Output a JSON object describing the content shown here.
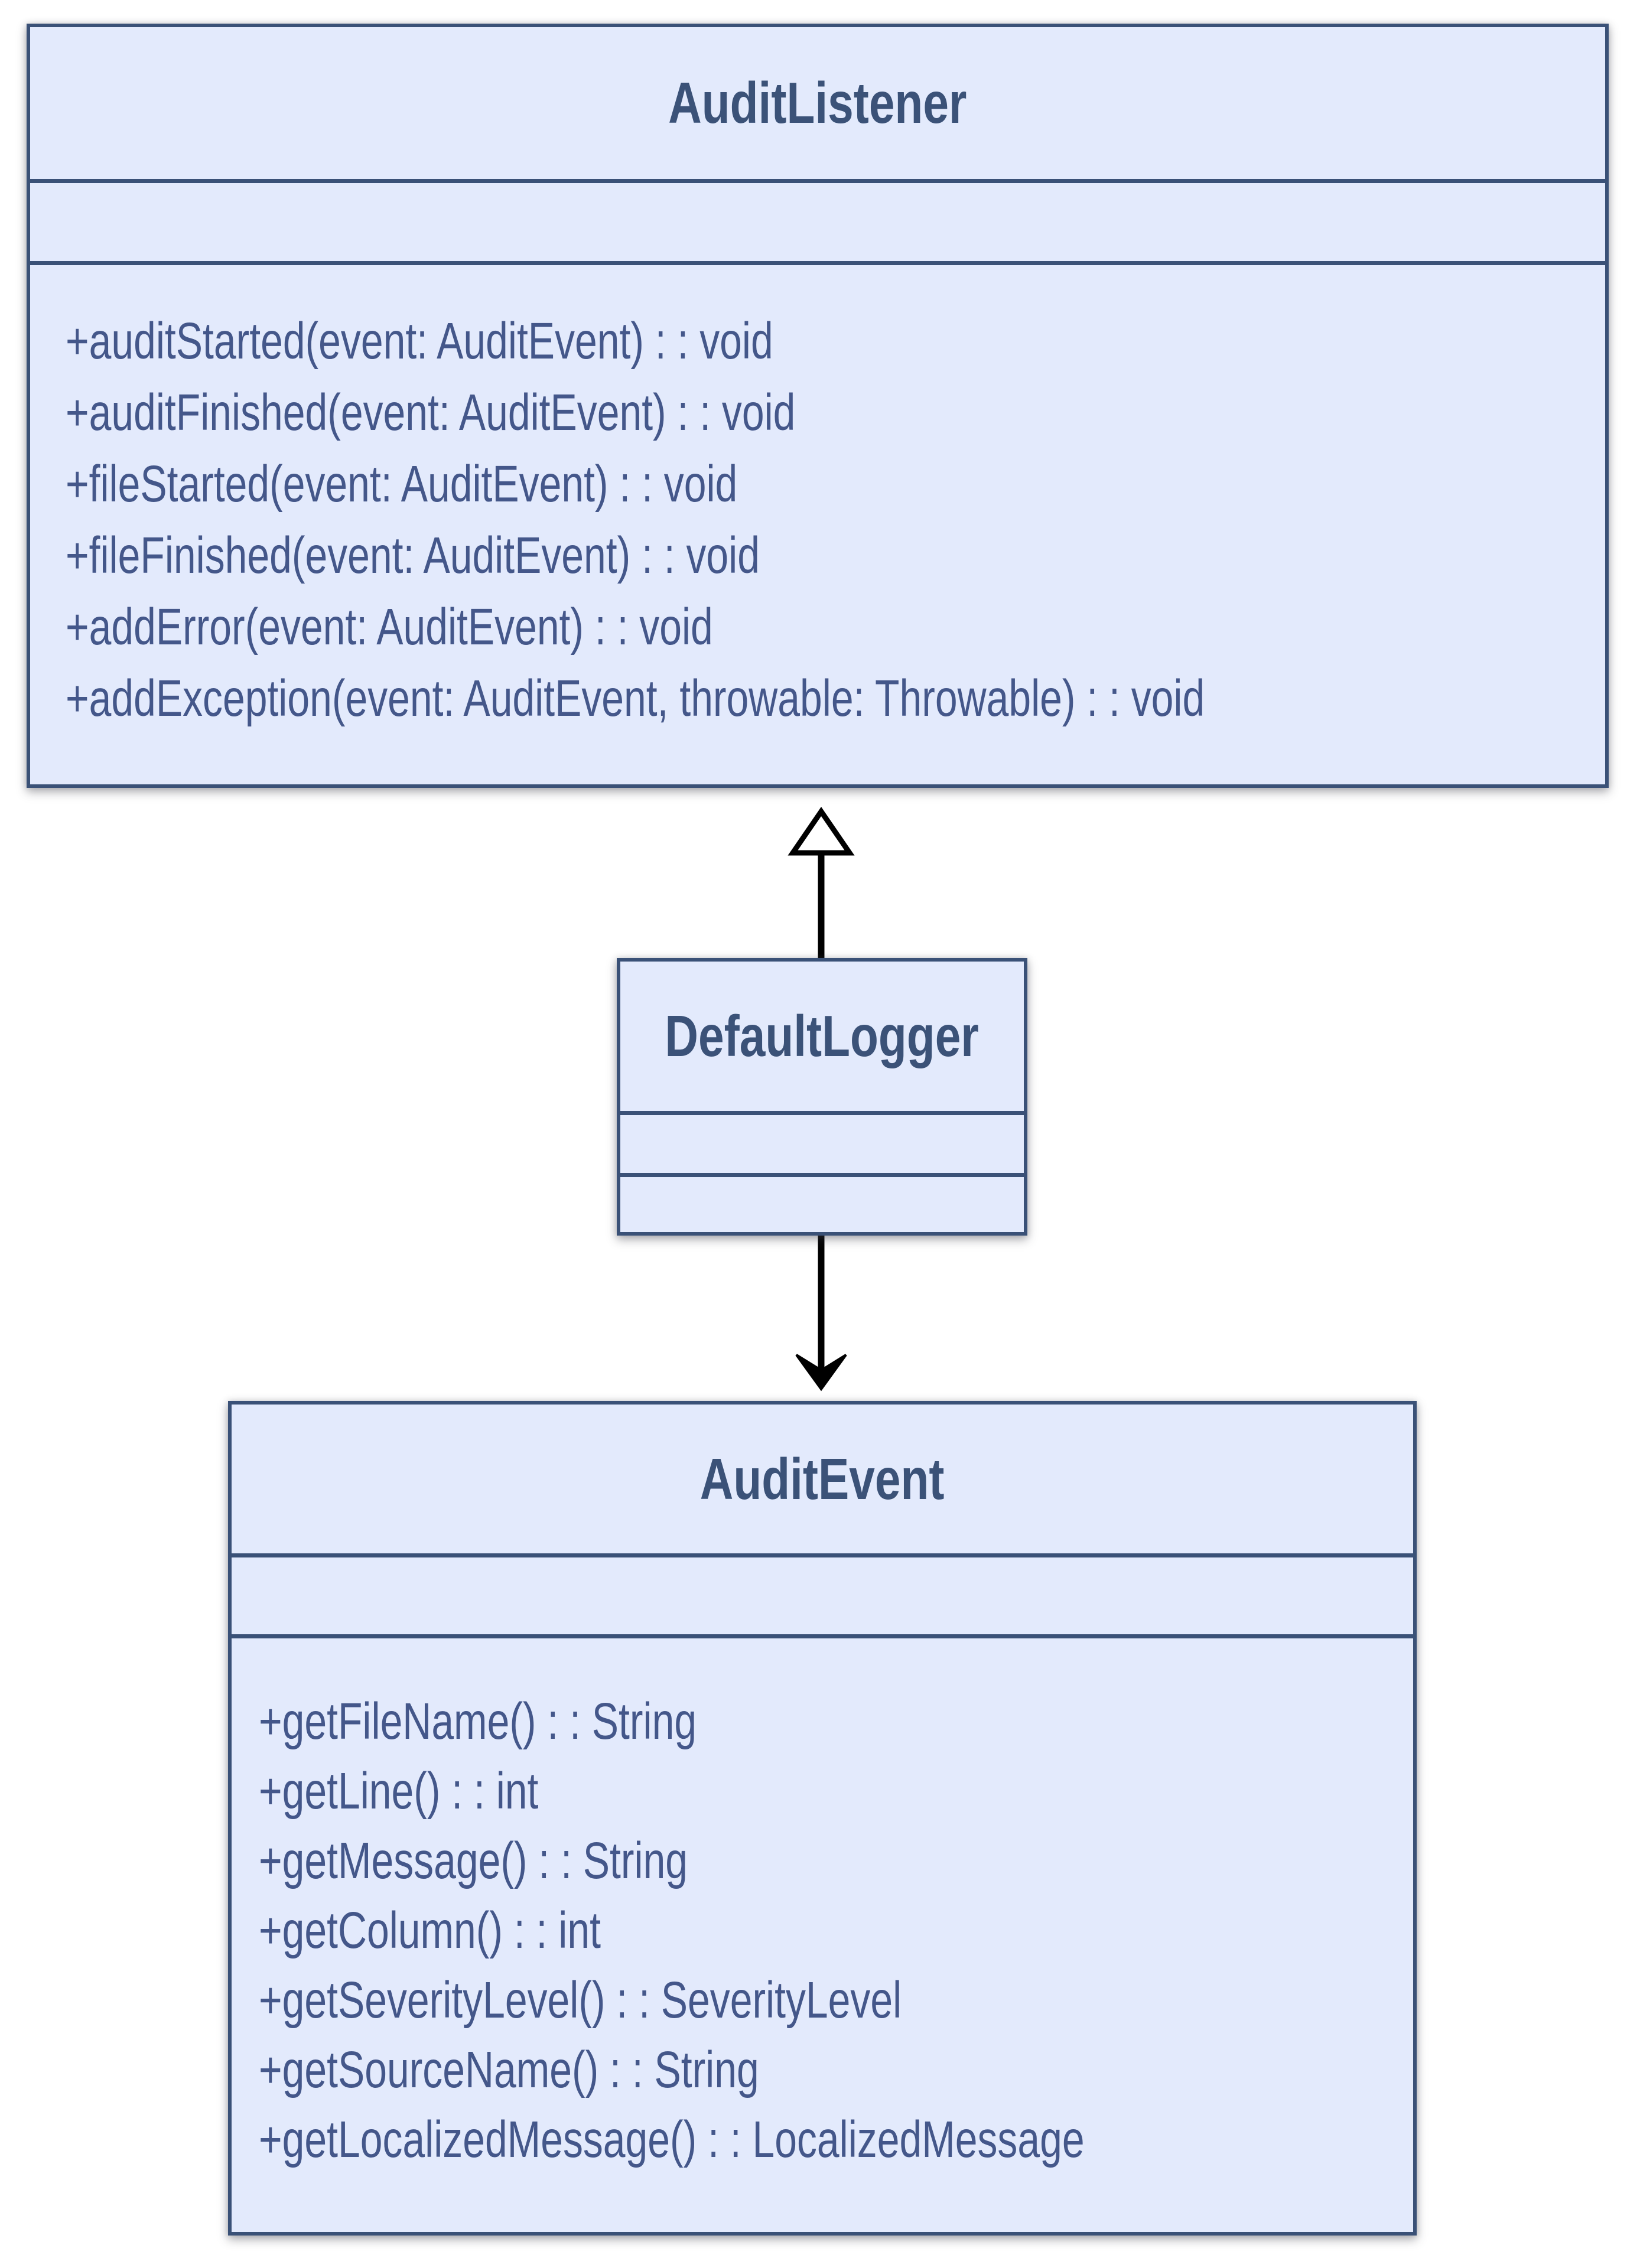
{
  "diagram": {
    "type": "uml-class-diagram",
    "classes": [
      {
        "name": "AuditListener",
        "attributes": [],
        "methods": [
          "+auditStarted(event: AuditEvent) : : void",
          "+auditFinished(event: AuditEvent) : : void",
          "+fileStarted(event: AuditEvent) : : void",
          "+fileFinished(event: AuditEvent) : : void",
          "+addError(event: AuditEvent) : : void",
          "+addException(event: AuditEvent, throwable: Throwable) : : void"
        ]
      },
      {
        "name": "DefaultLogger",
        "attributes": [],
        "methods": []
      },
      {
        "name": "AuditEvent",
        "attributes": [],
        "methods": [
          "+getFileName() : : String",
          "+getLine() : : int",
          "+getMessage() : : String",
          "+getColumn() : : int",
          "+getSeverityLevel() : : SeverityLevel",
          "+getSourceName() : : String",
          "+getLocalizedMessage() : : LocalizedMessage"
        ]
      }
    ],
    "relationships": [
      {
        "from": "DefaultLogger",
        "to": "AuditListener",
        "type": "generalization",
        "arrowhead": "hollow-triangle"
      },
      {
        "from": "DefaultLogger",
        "to": "AuditEvent",
        "type": "directed-association",
        "arrowhead": "filled-vee"
      }
    ],
    "colors": {
      "class_fill": "#e3eafc",
      "class_border": "#3a5177",
      "title_text": "#3b5278",
      "member_text": "#44578a",
      "arrow": "#000000",
      "background": "#ffffff"
    }
  }
}
